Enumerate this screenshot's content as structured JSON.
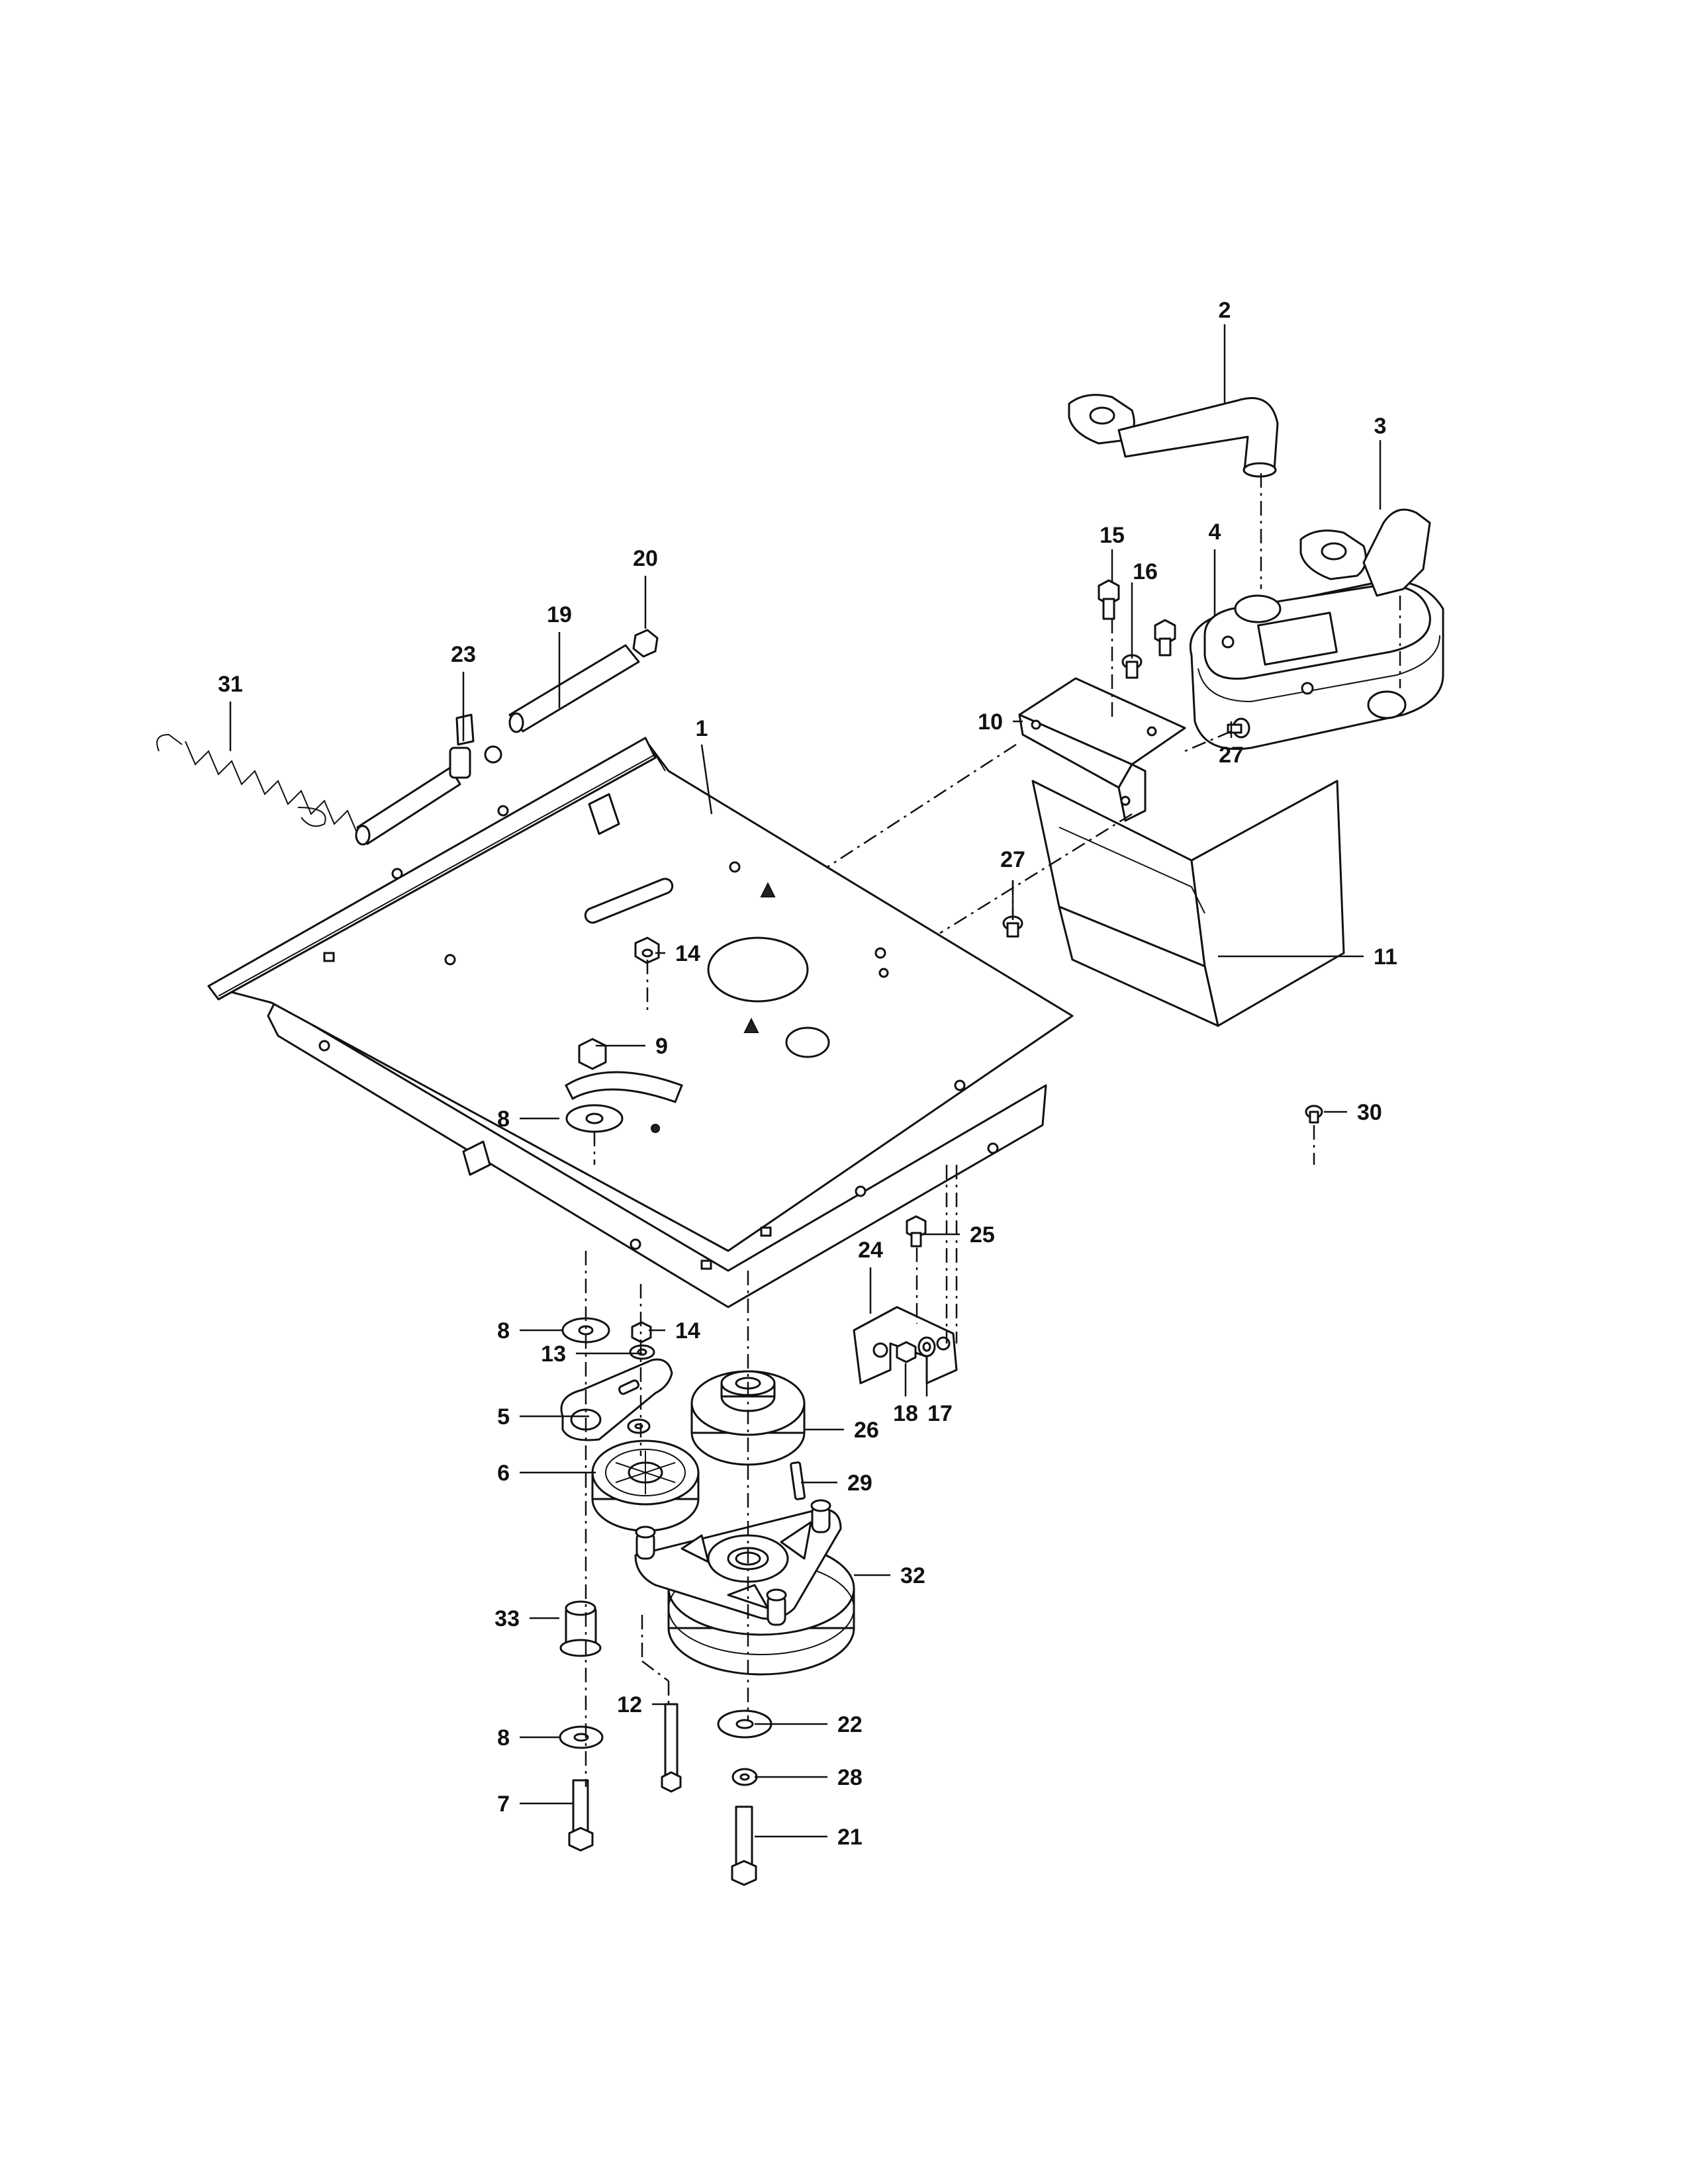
{
  "callouts": [
    {
      "id": "c1",
      "label": "1"
    },
    {
      "id": "c2",
      "label": "2"
    },
    {
      "id": "c3",
      "label": "3"
    },
    {
      "id": "c4",
      "label": "4"
    },
    {
      "id": "c5",
      "label": "5"
    },
    {
      "id": "c6",
      "label": "6"
    },
    {
      "id": "c7",
      "label": "7"
    },
    {
      "id": "c8a",
      "label": "8"
    },
    {
      "id": "c8b",
      "label": "8"
    },
    {
      "id": "c8c",
      "label": "8"
    },
    {
      "id": "c9",
      "label": "9"
    },
    {
      "id": "c10",
      "label": "10"
    },
    {
      "id": "c11",
      "label": "11"
    },
    {
      "id": "c12",
      "label": "12"
    },
    {
      "id": "c13",
      "label": "13"
    },
    {
      "id": "c14a",
      "label": "14"
    },
    {
      "id": "c14b",
      "label": "14"
    },
    {
      "id": "c15",
      "label": "15"
    },
    {
      "id": "c16",
      "label": "16"
    },
    {
      "id": "c17",
      "label": "17"
    },
    {
      "id": "c18",
      "label": "18"
    },
    {
      "id": "c19",
      "label": "19"
    },
    {
      "id": "c20",
      "label": "20"
    },
    {
      "id": "c21",
      "label": "21"
    },
    {
      "id": "c22",
      "label": "22"
    },
    {
      "id": "c23",
      "label": "23"
    },
    {
      "id": "c24",
      "label": "24"
    },
    {
      "id": "c25",
      "label": "25"
    },
    {
      "id": "c26",
      "label": "26"
    },
    {
      "id": "c27a",
      "label": "27"
    },
    {
      "id": "c27b",
      "label": "27"
    },
    {
      "id": "c28",
      "label": "28"
    },
    {
      "id": "c29",
      "label": "29"
    },
    {
      "id": "c30",
      "label": "30"
    },
    {
      "id": "c31",
      "label": "31"
    },
    {
      "id": "c32",
      "label": "32"
    },
    {
      "id": "c33",
      "label": "33"
    }
  ]
}
